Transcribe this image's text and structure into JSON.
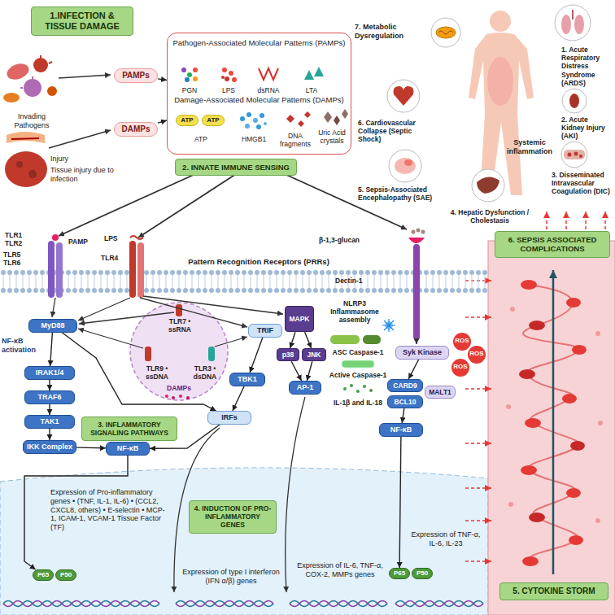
{
  "diagram": {
    "nodes": [
      {
        "text": [
          "1.INFECTION & TISSUE DAMAGE"
        ]
      },
      {
        "text": [
          "PAMPs"
        ]
      },
      {
        "text": [
          "Pathogen-Associated Molecular Patterns (PAMPs)",
          "Damage-Associated Molecular Patterns (DAMPs)"
        ]
      },
      {
        "text": [
          "ATP"
        ],
        "in": 2
      },
      {
        "text": [
          "ATP"
        ],
        "in": 2
      },
      {
        "text": [
          "DAMPs"
        ]
      },
      {
        "text": [
          "2. INNATE IMMUNE SENSING"
        ]
      },
      {
        "text": [
          "6. SEPSIS ASSOCIATED COMPLICATIONS"
        ]
      },
      {
        "text": [
          "MyD88"
        ]
      },
      {
        "text": [
          "TRIF"
        ]
      },
      {
        "text": [
          "MAPK"
        ]
      },
      {
        "text": [
          "p38"
        ]
      },
      {
        "text": [
          "JNK"
        ]
      },
      {
        "text": [
          "IRAK1/4"
        ]
      },
      {
        "text": [
          "TRAF6"
        ]
      },
      {
        "text": [
          "TBK1"
        ]
      },
      {
        "text": [
          "AP-1"
        ]
      },
      {
        "text": [
          "Syk Kinase"
        ]
      },
      {
        "text": [
          "CARD9"
        ]
      },
      {
        "text": [
          "BCL10"
        ]
      },
      {
        "text": [
          "MALT1"
        ]
      },
      {
        "text": [
          "TAK1"
        ]
      },
      {
        "text": [
          "IRFs"
        ]
      },
      {
        "text": [
          "3. INFLAMMATORY SIGNALING PATHWAYS"
        ]
      },
      {
        "text": [
          "NF-κB"
        ]
      },
      {
        "text": [
          "NF-κB"
        ]
      },
      {
        "text": [
          "IKK Complex"
        ]
      },
      {
        "text": [
          "4. INDUCTION OF PRO-INFLAMMATORY GENES"
        ]
      },
      {
        "text": [
          "P65"
        ]
      },
      {
        "text": [
          "P50"
        ]
      },
      {
        "text": [
          "P65"
        ]
      },
      {
        "text": [
          "P50"
        ]
      },
      {
        "text": [
          "5. CYTOKINE STORM"
        ]
      }
    ],
    "edges": [
      {
        "from": 1,
        "to": 2,
        "arrow": "to"
      },
      {
        "from": 5,
        "to": 2,
        "arrow": "to"
      },
      {
        "from": 8,
        "to": 13,
        "arrow": "to"
      },
      {
        "from": 13,
        "to": 14,
        "arrow": "to"
      },
      {
        "from": 14,
        "to": 21,
        "arrow": "to"
      },
      {
        "from": 21,
        "to": 26,
        "arrow": "to"
      },
      {
        "from": 26,
        "to": 25,
        "arrow": "to"
      },
      {
        "from": 8,
        "to": 22,
        "arrow": "to"
      },
      {
        "from": 9,
        "to": 15,
        "arrow": "to"
      },
      {
        "from": 15,
        "to": 22,
        "arrow": "to"
      },
      {
        "from": 22,
        "to": 25,
        "arrow": "to"
      },
      {
        "from": 10,
        "to": 11,
        "arrow": "to"
      },
      {
        "from": 10,
        "to": 12,
        "arrow": "to"
      },
      {
        "from": 11,
        "to": 16,
        "arrow": "to"
      },
      {
        "from": 12,
        "to": 16,
        "arrow": "to"
      },
      {
        "from": 17,
        "to": 18,
        "arrow": "to"
      },
      {
        "from": 19,
        "to": 24,
        "arrow": "to"
      },
      {
        "from": 25,
        "to": 28,
        "arrow": "to"
      },
      {
        "from": 24,
        "to": 30,
        "arrow": "to"
      }
    ],
    "labels": [
      "Invading Pathogens",
      "Injury",
      "Tissue injury due to infection",
      "PGN",
      "LPS",
      "dsRNA",
      "LTA",
      "ATP",
      "HMGB1",
      "DNA fragments",
      "Uric Acid crystals",
      "7. Metabolic Dysregulation",
      "1. Acute Respiratory Distress Syndrome (ARDS)",
      "2. Acute Kidney Injury (AKI)",
      "3. Disseminated Intravascular Coagulation (DIC)",
      "6. Cardiovascular Collapse (Septic Shock)",
      "Systemic inflammation",
      "5. Sepsis-Associated Encephalopathy (SAE)",
      "4. Hepatic Dysfunction / Cholestasis",
      "TLR1 TLR2",
      "TLR5 TLR6",
      "PAMP",
      "LPS",
      "TLR4",
      "Pattern Recognition Receptors (PRRs)",
      "β-1,3-glucan",
      "Dectin-1",
      "NF-κB activation",
      "TLR7 • ssRNA",
      "NLRP3 Inflammasome assembly",
      "ASC Caspase-1",
      "TLR9 • ssDNA",
      "TLR3 • dsDNA",
      "Active Caspase-1",
      "DAMPs",
      "ROS",
      "ROS",
      "ROS",
      "IL-1β and IL-18",
      "Expression of Pro-inflammatory genes • (TNF, IL-1, IL-6) • (CCL2, CXCL8, others) • E-selectin • MCP-1, ICAM-1, VCAM-1 Tissue Factor (TF)",
      "Expression of type I interferon (IFN α/β) genes",
      "Expression of IL-6, TNF-α, COX-2, MMPs genes",
      "Expression of TNF-α, IL-6, IL-23"
    ]
  }
}
